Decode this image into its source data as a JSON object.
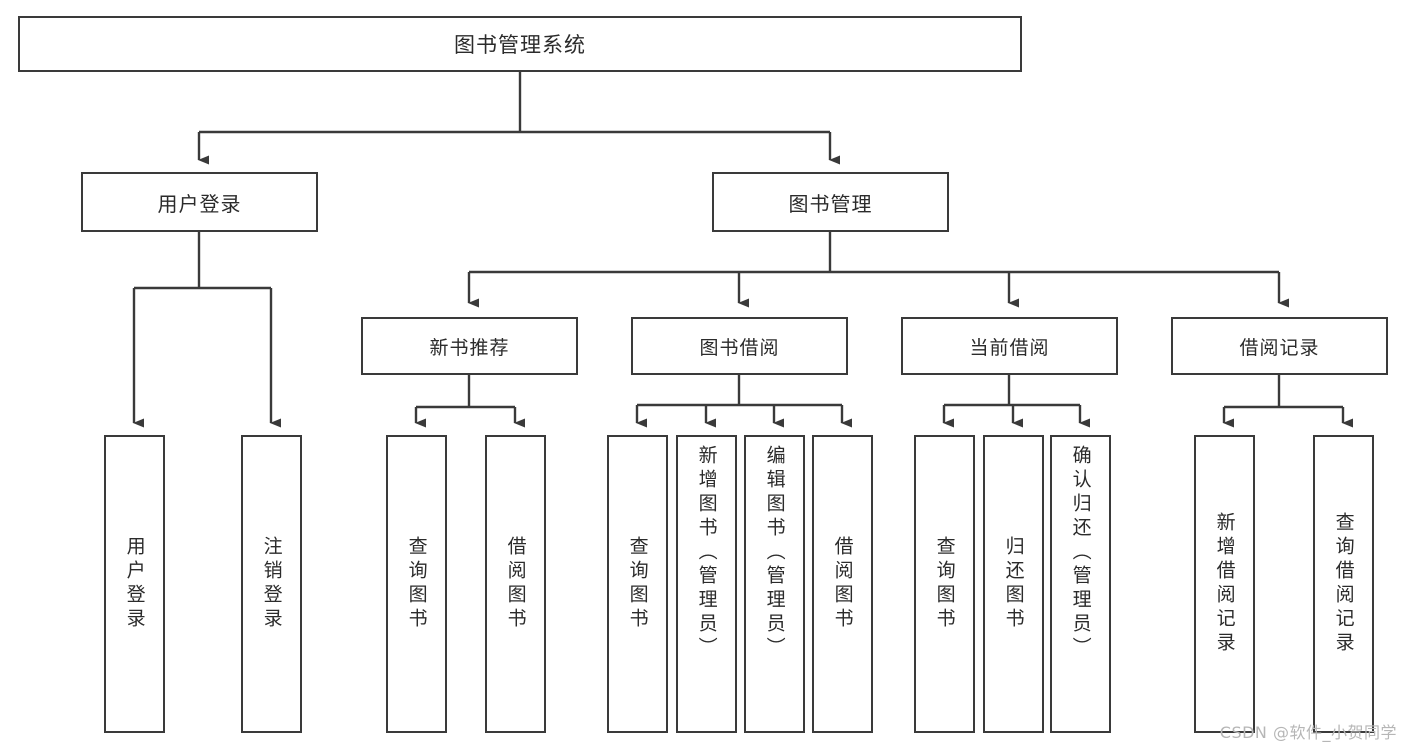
{
  "diagram": {
    "title": "图书管理系统",
    "type": "tree",
    "watermark": "CSDN @软件_小贺同学",
    "colors": {
      "stroke": "#3a3a3a",
      "fill": "#ffffff",
      "text": "#2b2b2b",
      "watermark": "#b6b6b6"
    },
    "root": {
      "label": "图书管理系统"
    },
    "level1": [
      {
        "label": "用户登录"
      },
      {
        "label": "图书管理"
      }
    ],
    "level2": [
      {
        "label": "新书推荐"
      },
      {
        "label": "图书借阅"
      },
      {
        "label": "当前借阅"
      },
      {
        "label": "借阅记录"
      }
    ],
    "leaves": {
      "user_login": [
        {
          "label": "用户登录"
        },
        {
          "label": "注销登录"
        }
      ],
      "new_book_recommend": [
        {
          "label": "查询图书"
        },
        {
          "label": "借阅图书"
        }
      ],
      "book_borrow": [
        {
          "label": "查询图书"
        },
        {
          "label": "新增图书（管理员）"
        },
        {
          "label": "编辑图书（管理员）"
        },
        {
          "label": "借阅图书"
        }
      ],
      "current_borrow": [
        {
          "label": "查询图书"
        },
        {
          "label": "归还图书"
        },
        {
          "label": "确认归还（管理员）"
        }
      ],
      "borrow_records": [
        {
          "label": "新增借阅记录"
        },
        {
          "label": "查询借阅记录"
        }
      ]
    }
  }
}
